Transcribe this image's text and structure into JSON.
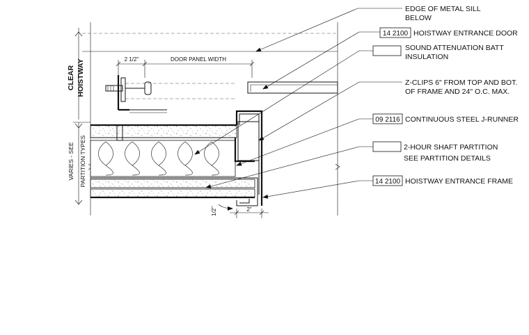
{
  "dimensions": {
    "panel_offset": "2 1/2\"",
    "door_panel_width": "DOOR PANEL WIDTH",
    "frame_depth": "2\"",
    "gap": "1/2\""
  },
  "side_labels": {
    "clear_hoistway_1": "CLEAR",
    "clear_hoistway_2": "HOISTWAY",
    "varies_1": "VARIES - SEE",
    "varies_2": "PARTITION TYPES"
  },
  "callouts": [
    {
      "id": "sill",
      "tag": "",
      "lines": [
        "EDGE OF METAL SILL",
        "BELOW"
      ]
    },
    {
      "id": "door",
      "tag": "14 2100",
      "lines": [
        "HOISTWAY ENTRANCE DOOR"
      ]
    },
    {
      "id": "batt",
      "tag": "",
      "lines": [
        "SOUND ATTENUATION BATT",
        "INSULATION"
      ]
    },
    {
      "id": "zclip",
      "tag": "",
      "lines": [
        "Z-CLIPS 6\" FROM TOP AND BOT.",
        "OF FRAME AND 24\" O.C. MAX."
      ]
    },
    {
      "id": "jrunner",
      "tag": "09 2116",
      "lines": [
        "CONTINUOUS STEEL J-RUNNER"
      ]
    },
    {
      "id": "shaft",
      "tag": "",
      "lines": [
        "2-HOUR SHAFT PARTITION",
        "SEE PARTITION DETAILS"
      ]
    },
    {
      "id": "frame",
      "tag": "14 2100",
      "lines": [
        "HOISTWAY ENTRANCE FRAME"
      ]
    }
  ]
}
